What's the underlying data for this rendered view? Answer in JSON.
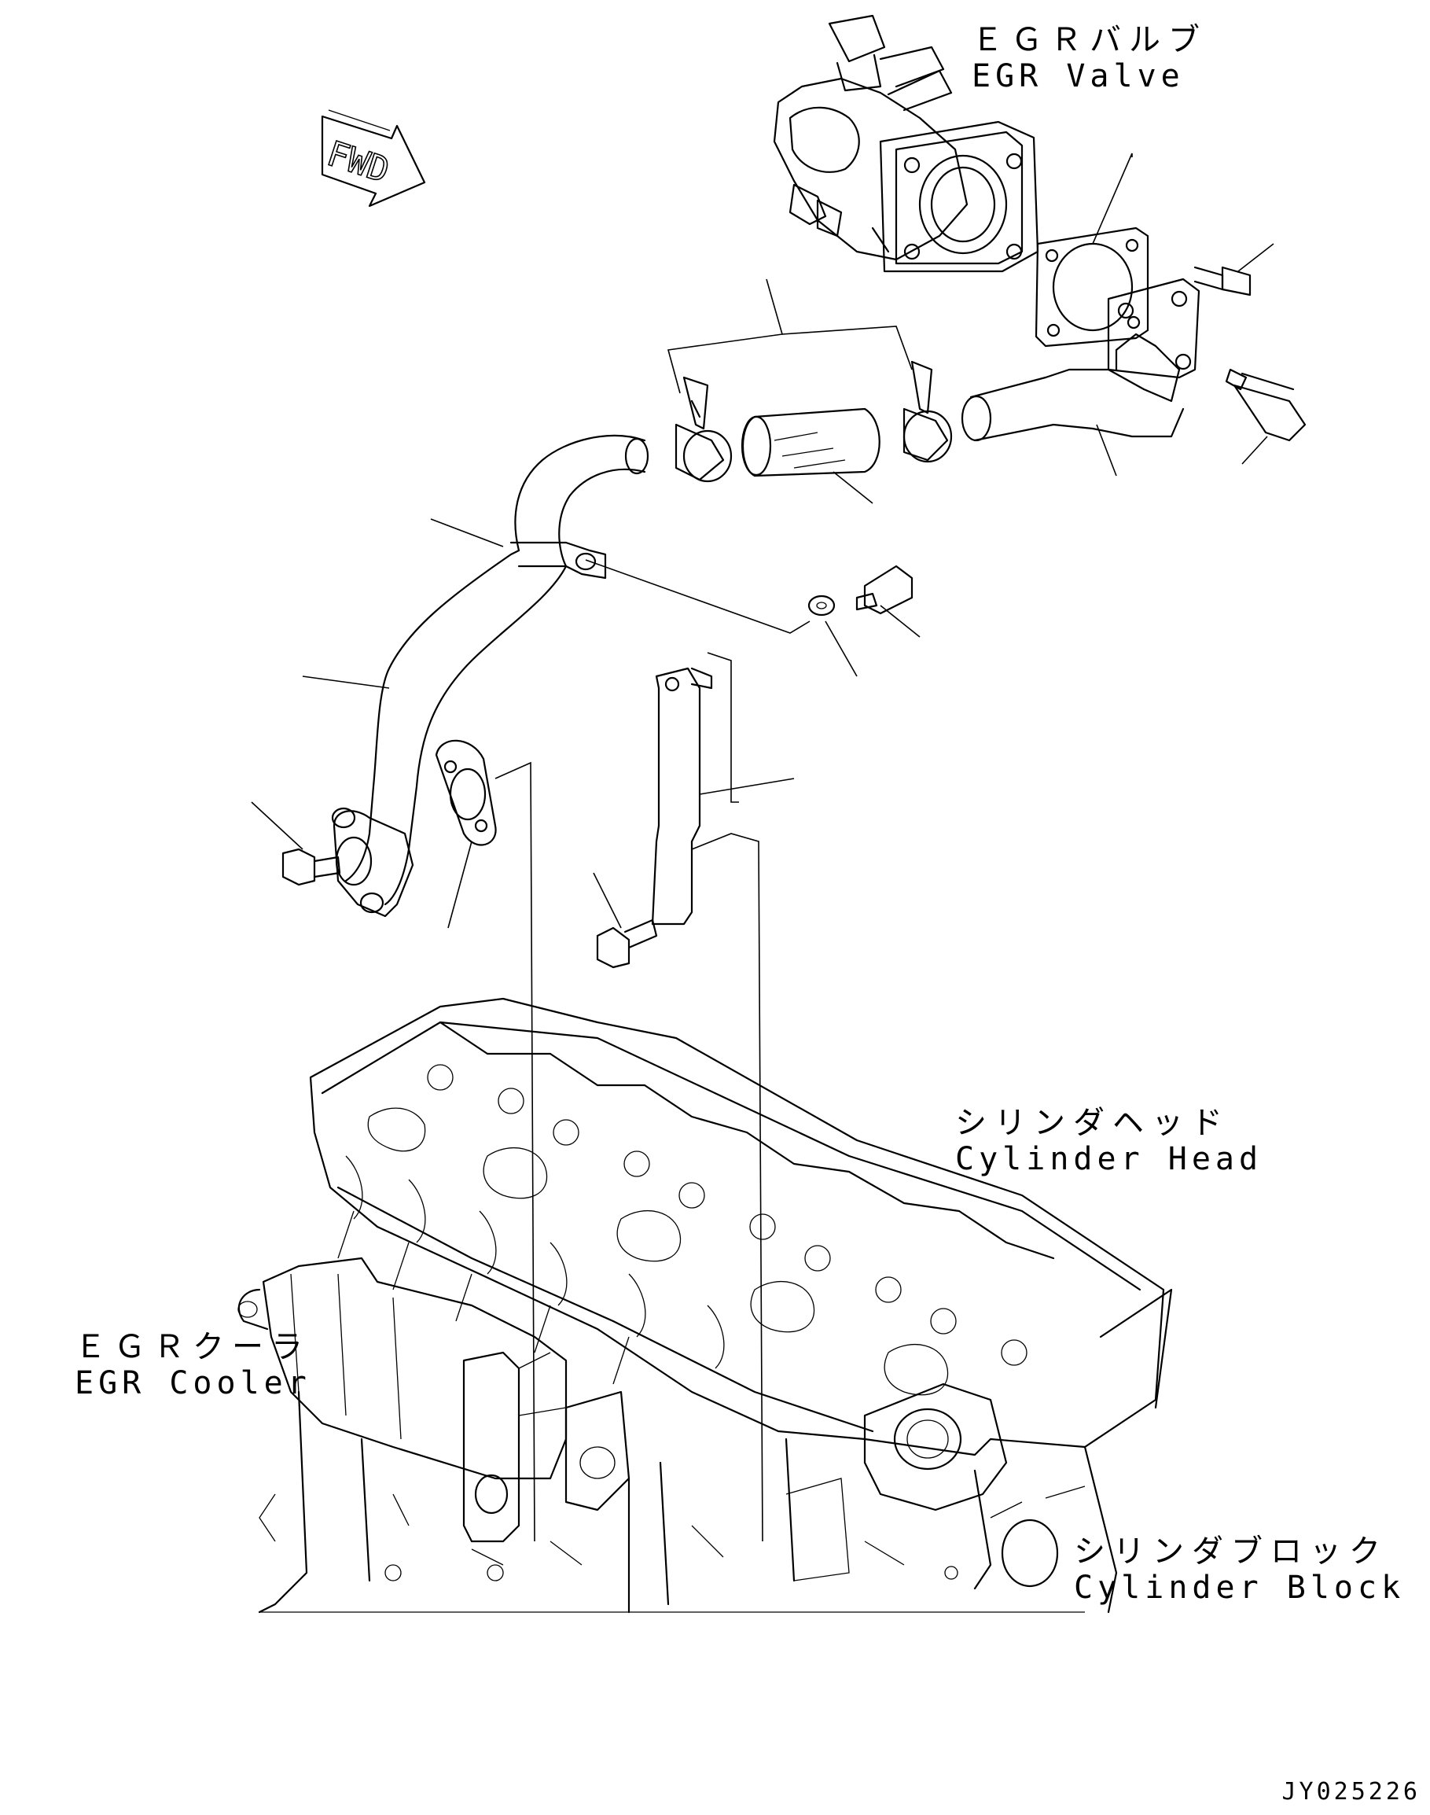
{
  "labels": {
    "egr_valve_jp": "ＥＧＲバルブ",
    "egr_valve_en": "EGR Valve",
    "cylinder_head_jp": "シリンダヘッド",
    "cylinder_head_en": "Cylinder Head",
    "egr_cooler_jp": "ＥＧＲクーラ",
    "egr_cooler_en": "EGR Cooler",
    "cylinder_block_jp": "シリンダブロック",
    "cylinder_block_en": "Cylinder Block",
    "fwd_arrow": "FWD"
  },
  "drawing_id": "JY025226"
}
